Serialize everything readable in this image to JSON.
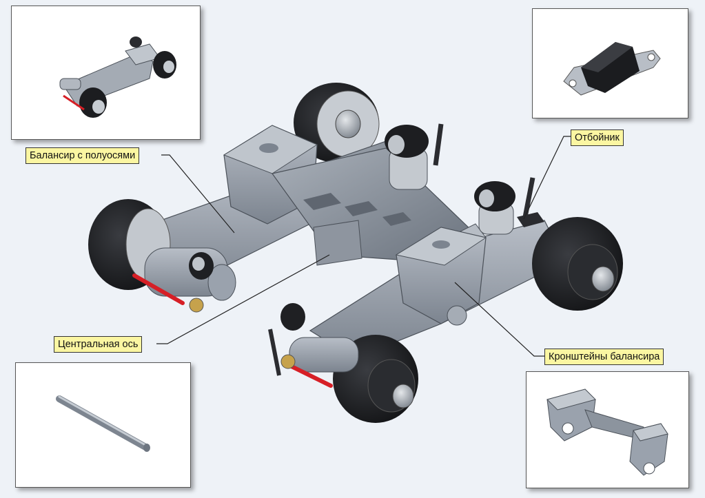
{
  "labels": {
    "balancer": "Балансир с полуосями",
    "bump_stop": "Отбойник",
    "central_axle": "Центральная ось",
    "brackets": "Кронштейны балансира"
  },
  "insets": [
    {
      "id": "balancer-assembly",
      "shows": "balancer"
    },
    {
      "id": "bump-stop",
      "shows": "bump_stop"
    },
    {
      "id": "central-axle",
      "shows": "central_axle"
    },
    {
      "id": "brackets",
      "shows": "brackets"
    }
  ],
  "colors": {
    "background": "#eef2f7",
    "callout_fill": "#fbf6a2",
    "steel": "#9aa2ad",
    "steel_dark": "#6e7681",
    "tire": "#1c1d20",
    "rod": "#d61f26"
  }
}
